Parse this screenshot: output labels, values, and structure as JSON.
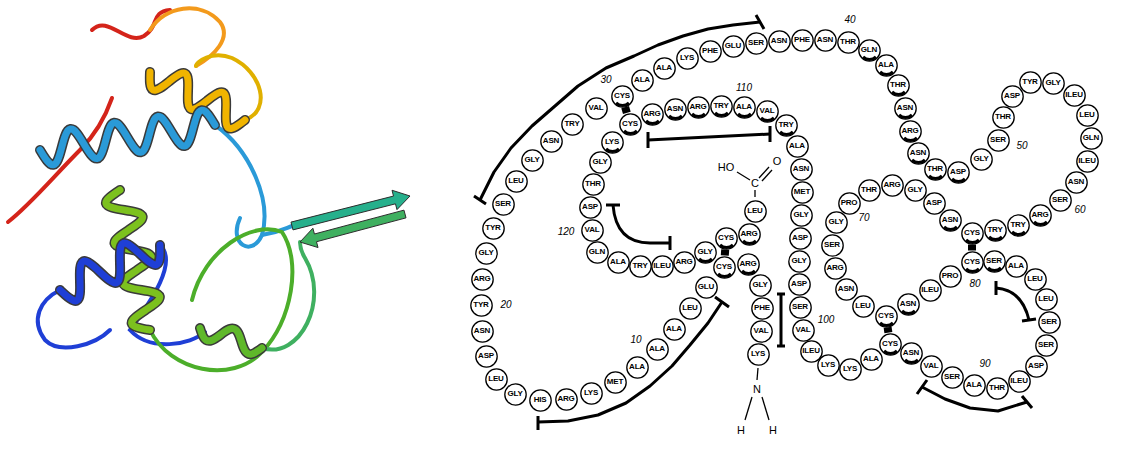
{
  "diagram": {
    "nodes": [
      {
        "text": [
          "LYS"
        ]
      },
      {
        "text": [
          "VAL"
        ]
      },
      {
        "text": [
          "PHE"
        ]
      },
      {
        "text": [
          "GLY"
        ]
      },
      {
        "text": [
          "ARG"
        ]
      },
      {
        "text": [
          "CYS"
        ]
      },
      {
        "text": [
          "GLU"
        ]
      },
      {
        "text": [
          "LEU"
        ]
      },
      {
        "text": [
          "ALA"
        ]
      },
      {
        "text": [
          "ALA"
        ]
      },
      {
        "text": [
          "ALA"
        ]
      },
      {
        "text": [
          "MET"
        ]
      },
      {
        "text": [
          "LYS"
        ]
      },
      {
        "text": [
          "ARG"
        ]
      },
      {
        "text": [
          "HIS"
        ]
      },
      {
        "text": [
          "GLY"
        ]
      },
      {
        "text": [
          "LEU"
        ]
      },
      {
        "text": [
          "ASP"
        ]
      },
      {
        "text": [
          "ASN"
        ]
      },
      {
        "text": [
          "TYR"
        ]
      },
      {
        "text": [
          "ARG"
        ]
      },
      {
        "text": [
          "GLY"
        ]
      },
      {
        "text": [
          "TYR"
        ]
      },
      {
        "text": [
          "SER"
        ]
      },
      {
        "text": [
          "LEU"
        ]
      },
      {
        "text": [
          "GLY"
        ]
      },
      {
        "text": [
          "ASN"
        ]
      },
      {
        "text": [
          "TRY"
        ]
      },
      {
        "text": [
          "VAL"
        ]
      },
      {
        "text": [
          "CYS"
        ]
      },
      {
        "text": [
          "ALA"
        ]
      },
      {
        "text": [
          "ALA"
        ]
      },
      {
        "text": [
          "LYS"
        ]
      },
      {
        "text": [
          "PHE"
        ]
      },
      {
        "text": [
          "GLU"
        ]
      },
      {
        "text": [
          "SER"
        ]
      },
      {
        "text": [
          "ASN"
        ]
      },
      {
        "text": [
          "PHE"
        ]
      },
      {
        "text": [
          "ASN"
        ]
      },
      {
        "text": [
          "THR"
        ]
      },
      {
        "text": [
          "GLN"
        ]
      },
      {
        "text": [
          "ALA"
        ]
      },
      {
        "text": [
          "THR"
        ]
      },
      {
        "text": [
          "ASN"
        ]
      },
      {
        "text": [
          "ARG"
        ]
      },
      {
        "text": [
          "ASN"
        ]
      },
      {
        "text": [
          "THR"
        ]
      },
      {
        "text": [
          "ASP"
        ]
      },
      {
        "text": [
          "GLY"
        ]
      },
      {
        "text": [
          "SER"
        ]
      },
      {
        "text": [
          "THR"
        ]
      },
      {
        "text": [
          "ASP"
        ]
      },
      {
        "text": [
          "TYR"
        ]
      },
      {
        "text": [
          "GLY"
        ]
      },
      {
        "text": [
          "ILEU"
        ]
      },
      {
        "text": [
          "LEU"
        ]
      },
      {
        "text": [
          "GLN"
        ]
      },
      {
        "text": [
          "ILEU"
        ]
      },
      {
        "text": [
          "ASN"
        ]
      },
      {
        "text": [
          "SER"
        ]
      },
      {
        "text": [
          "ARG"
        ]
      },
      {
        "text": [
          "TRY"
        ]
      },
      {
        "text": [
          "TRY"
        ]
      },
      {
        "text": [
          "CYS"
        ]
      },
      {
        "text": [
          "ASN"
        ]
      },
      {
        "text": [
          "ASP"
        ]
      },
      {
        "text": [
          "GLY"
        ]
      },
      {
        "text": [
          "ARG"
        ]
      },
      {
        "text": [
          "THR"
        ]
      },
      {
        "text": [
          "PRO"
        ]
      },
      {
        "text": [
          "GLY"
        ]
      },
      {
        "text": [
          "SER"
        ]
      },
      {
        "text": [
          "ARG"
        ]
      },
      {
        "text": [
          "ASN"
        ]
      },
      {
        "text": [
          "LEU"
        ]
      },
      {
        "text": [
          "CYS"
        ]
      },
      {
        "text": [
          "ASN"
        ]
      },
      {
        "text": [
          "ILEU"
        ]
      },
      {
        "text": [
          "PRO"
        ]
      },
      {
        "text": [
          "CYS"
        ]
      },
      {
        "text": [
          "SER"
        ]
      },
      {
        "text": [
          "ALA"
        ]
      },
      {
        "text": [
          "LEU"
        ]
      },
      {
        "text": [
          "LEU"
        ]
      },
      {
        "text": [
          "SER"
        ]
      },
      {
        "text": [
          "SER"
        ]
      },
      {
        "text": [
          "ASP"
        ]
      },
      {
        "text": [
          "ILEU"
        ]
      },
      {
        "text": [
          "THR"
        ]
      },
      {
        "text": [
          "ALA"
        ]
      },
      {
        "text": [
          "SER"
        ]
      },
      {
        "text": [
          "VAL"
        ]
      },
      {
        "text": [
          "ASN"
        ]
      },
      {
        "text": [
          "CYS"
        ]
      },
      {
        "text": [
          "ALA"
        ]
      },
      {
        "text": [
          "LYS"
        ]
      },
      {
        "text": [
          "LYS"
        ]
      },
      {
        "text": [
          "ILEU"
        ]
      },
      {
        "text": [
          "VAL"
        ]
      },
      {
        "text": [
          "SER"
        ]
      },
      {
        "text": [
          "ASP"
        ]
      },
      {
        "text": [
          "GLY"
        ]
      },
      {
        "text": [
          "ASP"
        ]
      },
      {
        "text": [
          "GLY"
        ]
      },
      {
        "text": [
          "MET"
        ]
      },
      {
        "text": [
          "ASN"
        ]
      },
      {
        "text": [
          "ALA"
        ]
      },
      {
        "text": [
          "TRY"
        ]
      },
      {
        "text": [
          "VAL"
        ]
      },
      {
        "text": [
          "ALA"
        ]
      },
      {
        "text": [
          "TRY"
        ]
      },
      {
        "text": [
          "ARG"
        ]
      },
      {
        "text": [
          "ASN"
        ]
      },
      {
        "text": [
          "ARG"
        ]
      },
      {
        "text": [
          "CYS"
        ]
      },
      {
        "text": [
          "LYS"
        ]
      },
      {
        "text": [
          "GLY"
        ]
      },
      {
        "text": [
          "THR"
        ]
      },
      {
        "text": [
          "ASP"
        ]
      },
      {
        "text": [
          "VAL"
        ]
      },
      {
        "text": [
          "GLN"
        ]
      },
      {
        "text": [
          "ALA"
        ]
      },
      {
        "text": [
          "TRY"
        ]
      },
      {
        "text": [
          "ILEU"
        ]
      },
      {
        "text": [
          "ARG"
        ]
      },
      {
        "text": [
          "GLY"
        ]
      },
      {
        "text": [
          "CYS"
        ]
      },
      {
        "text": [
          "ARG"
        ]
      },
      {
        "text": [
          "LEU"
        ]
      }
    ],
    "edges": [
      {
        "from": 5,
        "to": 126,
        "arrow": "none"
      },
      {
        "from": 29,
        "to": 114,
        "arrow": "none"
      },
      {
        "from": 63,
        "to": 79,
        "arrow": "none"
      },
      {
        "from": 75,
        "to": 93,
        "arrow": "none"
      }
    ],
    "labels": [
      "10",
      "20",
      "30",
      "40",
      "50",
      "60",
      "70",
      "80",
      "90",
      "100",
      "110",
      "120",
      "HO",
      "C",
      "O",
      "N",
      "H",
      "H"
    ]
  }
}
